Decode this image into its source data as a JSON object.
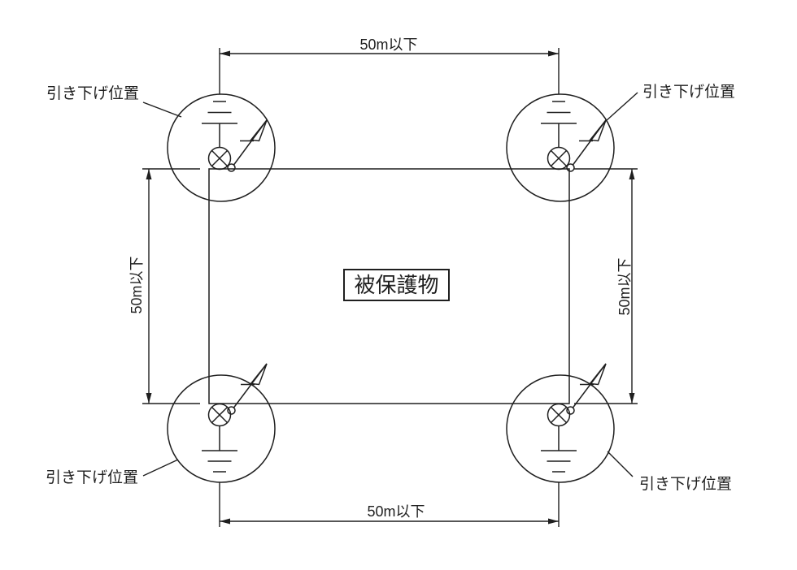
{
  "diagram": {
    "background": "#ffffff",
    "line_color": "#1f1f1f",
    "protected_object": {
      "label": "被保護物"
    },
    "dimension_labels": {
      "top": "50m以下",
      "bottom": "50m以下",
      "left": "50m以下",
      "right": "50m以下"
    },
    "down_conductor_labels": {
      "top_left": "引き下げ位置",
      "top_right": "引き下げ位置",
      "bottom_left": "引き下げ位置",
      "bottom_right": "引き下げ位置"
    },
    "symbols": {
      "air_terminal": "crossed-circle-icon",
      "earth": "earth-ground-icon",
      "receptor": "flag-arrow-icon"
    }
  }
}
